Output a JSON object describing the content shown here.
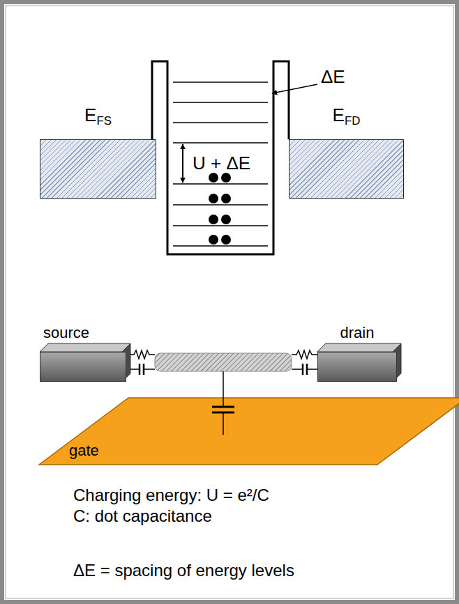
{
  "diagram": {
    "nodes": [
      {
        "text": [
          "EFS"
        ]
      },
      {
        "text": [
          "EFD"
        ]
      },
      {
        "text": [
          "source"
        ]
      },
      {
        "text": [
          "drain"
        ]
      },
      {
        "text": [
          "gate"
        ]
      }
    ],
    "labels": [
      "ΔE",
      "U + ΔE",
      "Charging energy: U = e²/C",
      "C: dot capacitance",
      "ΔE = spacing of energy levels"
    ]
  }
}
